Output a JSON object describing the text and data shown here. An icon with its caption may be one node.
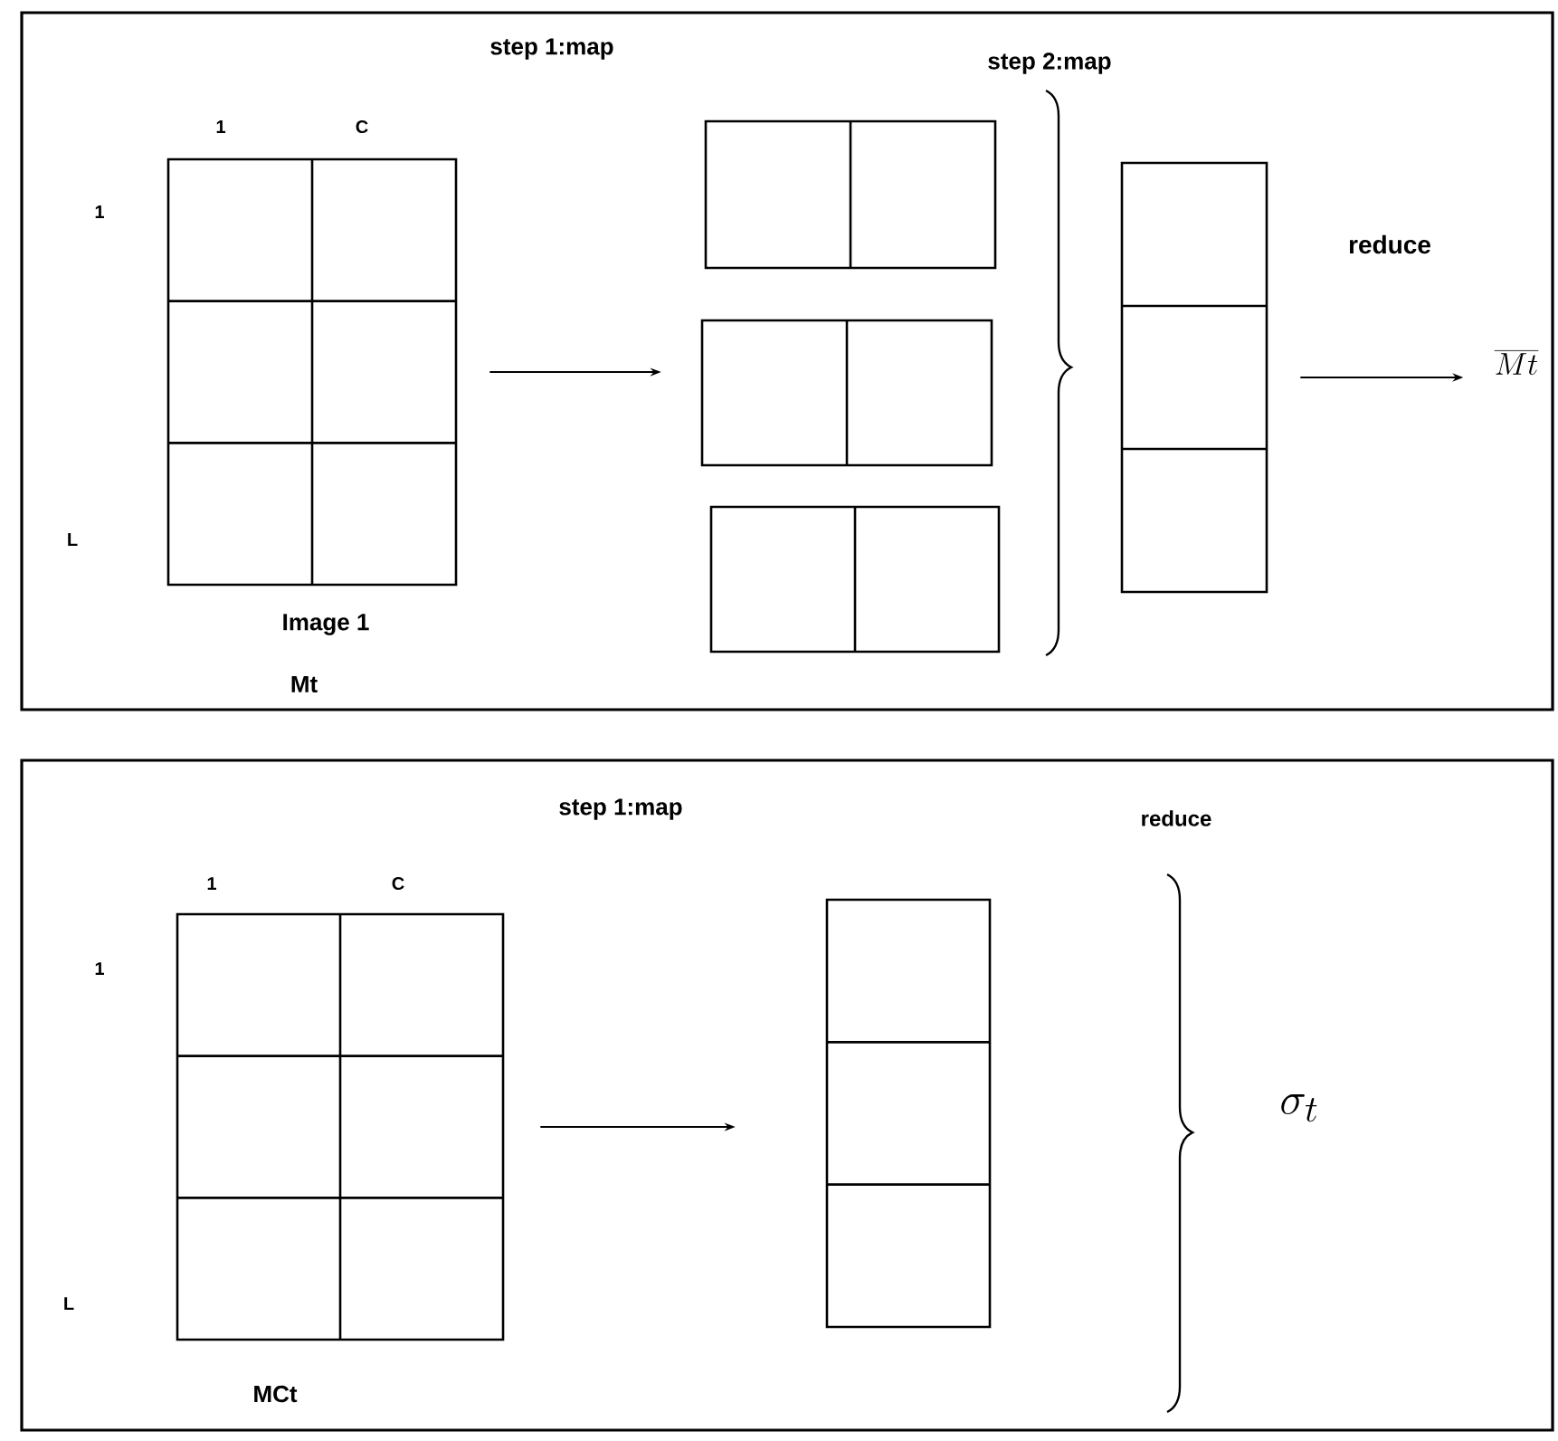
{
  "diagram": {
    "nodes": [
      {
        "text": [],
        "shape": "box"
      },
      {
        "text": [],
        "shape": "box",
        "in": 0,
        "beside": [
          "Image 1",
          "Mt"
        ]
      },
      {
        "text": [],
        "shape": "box",
        "in": 0
      },
      {
        "text": [],
        "shape": "box",
        "in": 0
      },
      {
        "text": [],
        "shape": "box",
        "in": 0
      },
      {
        "text": [],
        "shape": "box",
        "in": 0
      },
      {
        "text": [
          "\\overline{Mt}"
        ],
        "in": 0
      },
      {
        "text": [],
        "shape": "box"
      },
      {
        "text": [],
        "shape": "box",
        "in": 7,
        "beside": [
          "MCt"
        ]
      },
      {
        "text": [],
        "shape": "box",
        "in": 7
      }
    ],
    "edges": [
      {
        "from": 1,
        "to": 3,
        "arrow": "to"
      },
      {
        "from": 5,
        "to": 6,
        "arrow": "to"
      },
      {
        "from": 8,
        "to": 9,
        "arrow": "to"
      }
    ],
    "labels": [
      "step 1:map",
      "step 2:map",
      "1",
      "C",
      "1",
      "reduce",
      "L",
      "step 1:map",
      "reduce",
      "1",
      "C",
      "1",
      "\\sigma_t",
      "L"
    ]
  }
}
